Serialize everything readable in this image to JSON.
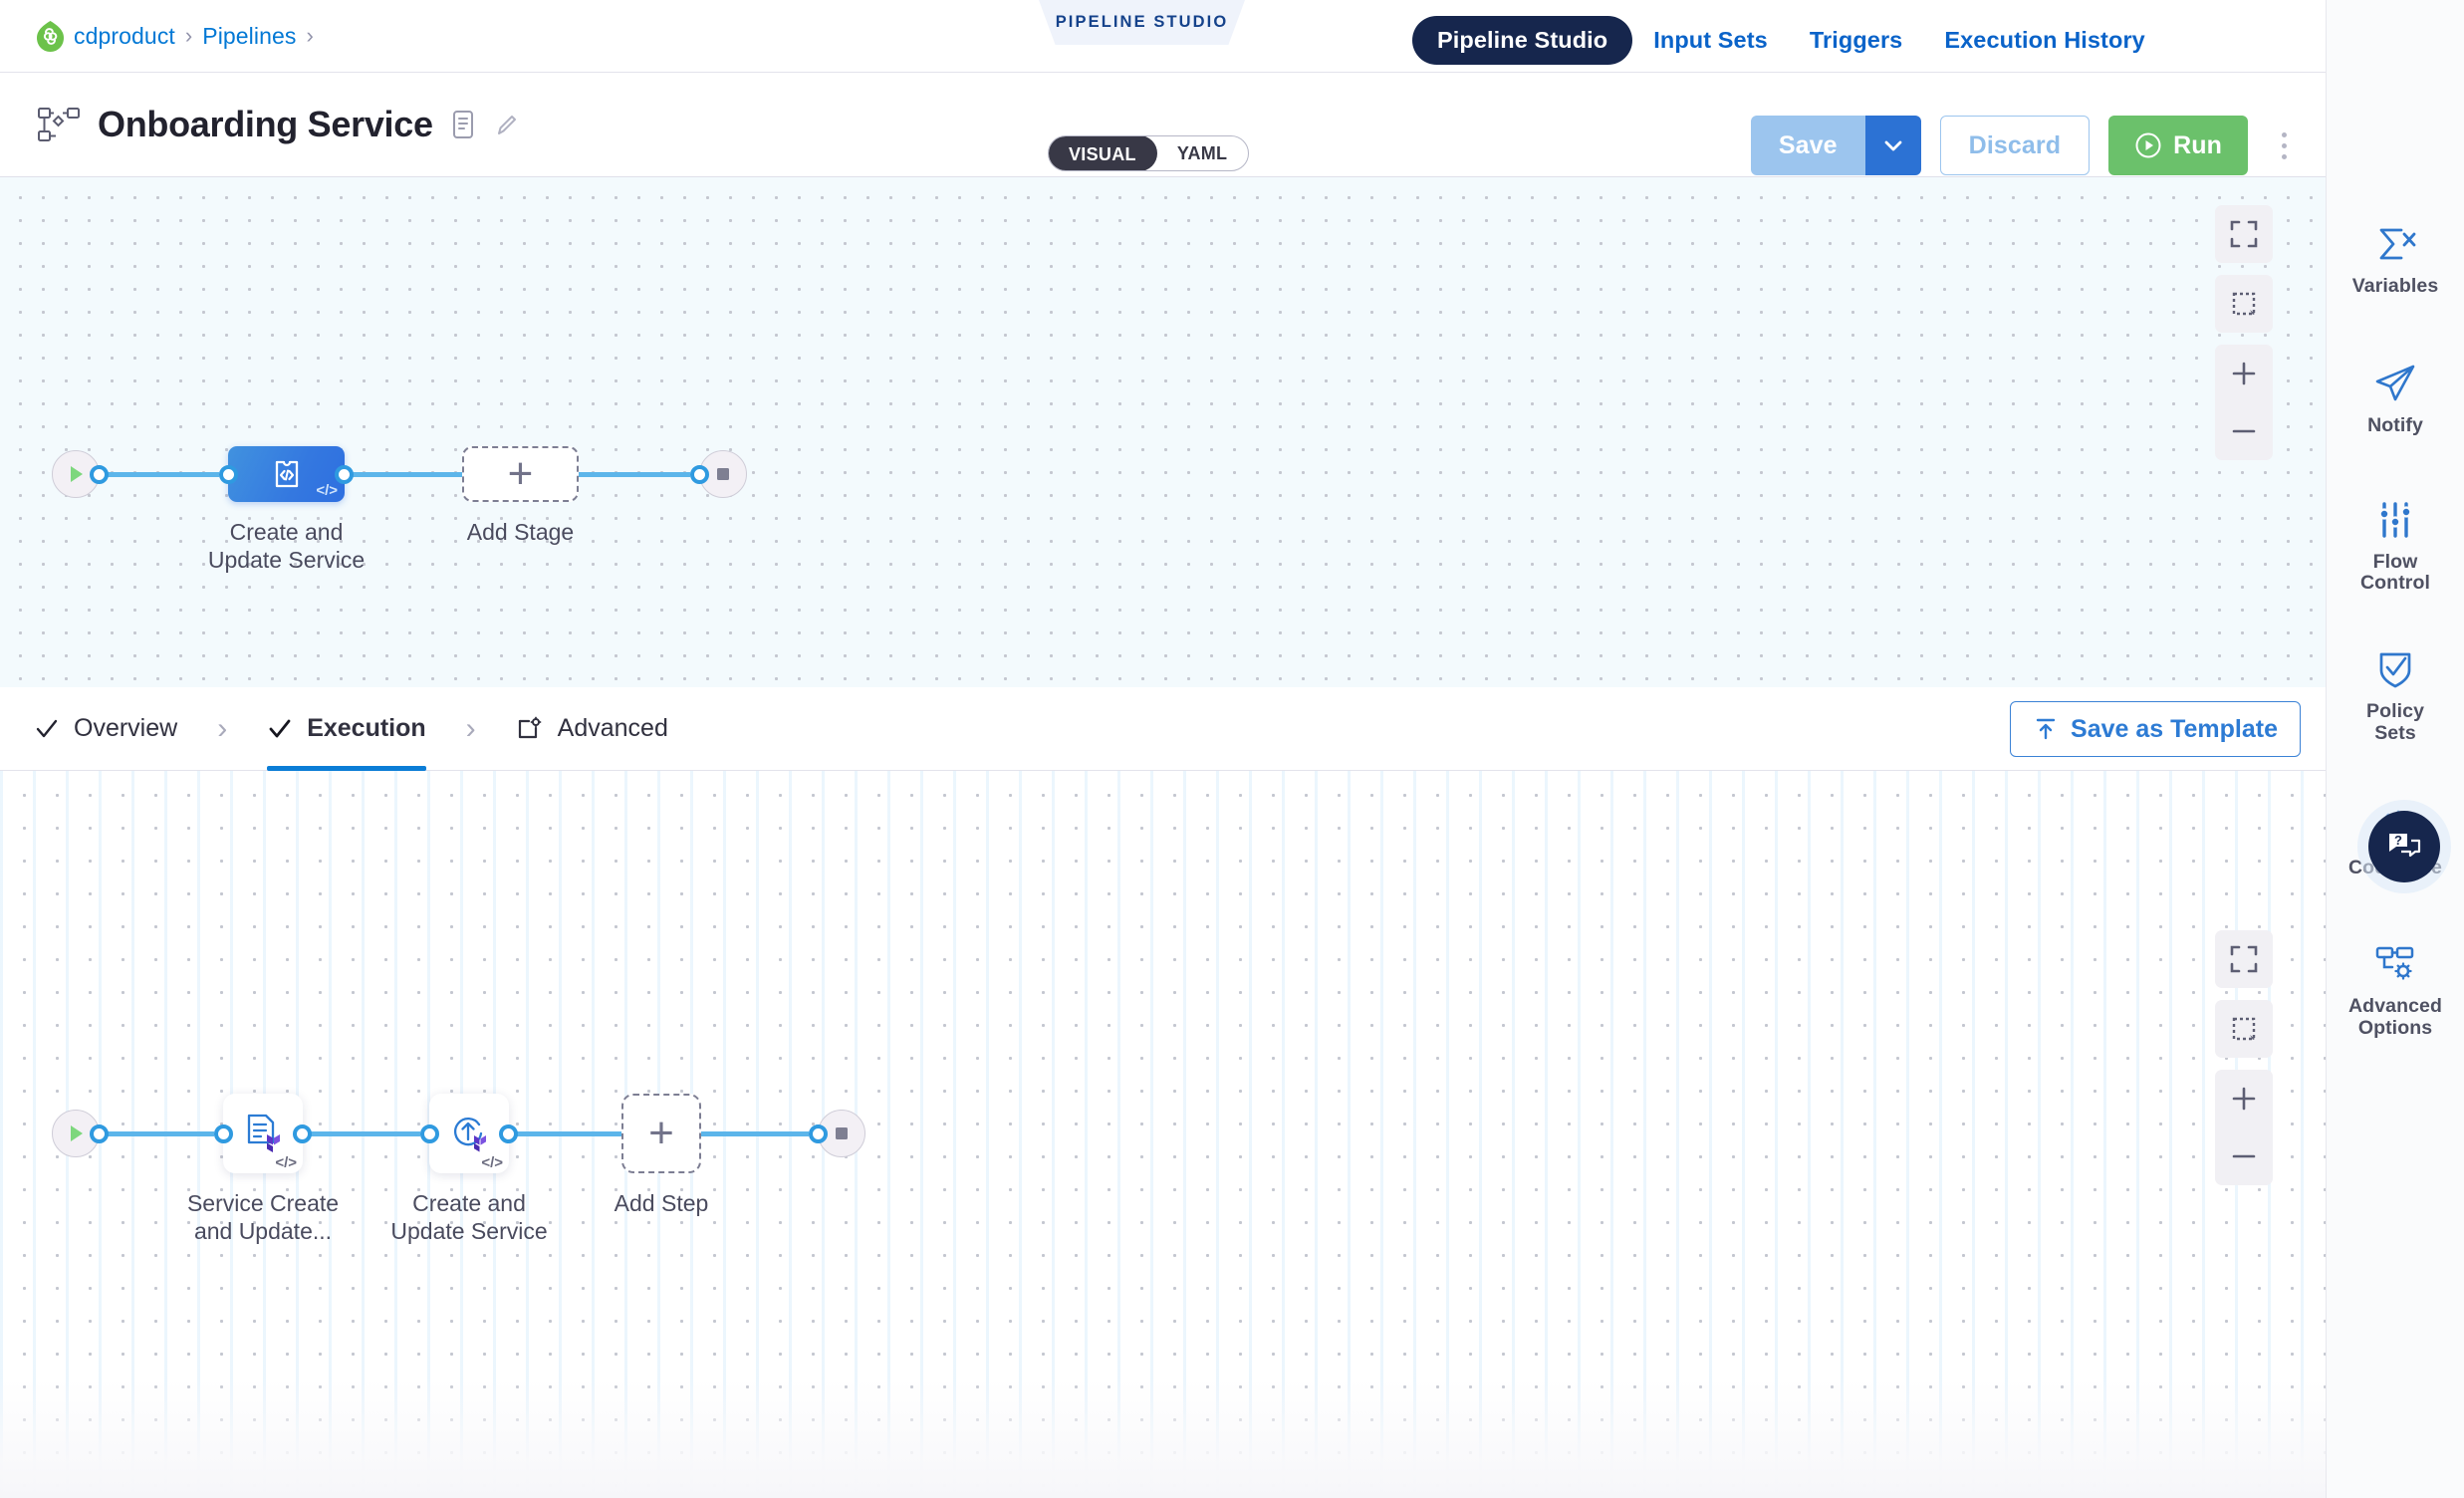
{
  "breadcrumb": {
    "logo_icon": "harness-leaf-logo",
    "items": [
      {
        "label": "cdproduct"
      },
      {
        "label": "Pipelines"
      }
    ],
    "separator": "›"
  },
  "studio_tag": {
    "label": "PIPELINE STUDIO"
  },
  "nav_tabs": [
    {
      "label": "Pipeline Studio",
      "active": true
    },
    {
      "label": "Input Sets",
      "active": false
    },
    {
      "label": "Triggers",
      "active": false
    },
    {
      "label": "Execution History",
      "active": false
    }
  ],
  "title_bar": {
    "pipeline_icon": "pipeline-graph-icon",
    "title": "Onboarding Service",
    "description_icon": "description-icon",
    "edit_icon": "pencil-edit-icon"
  },
  "view_toggle": {
    "options": [
      {
        "label": "VISUAL",
        "active": true
      },
      {
        "label": "YAML",
        "active": false
      }
    ]
  },
  "actions": {
    "save_label": "Save",
    "save_caret_icon": "chevron-down-icon",
    "discard_label": "Discard",
    "run_label": "Run",
    "run_icon": "play-circle-icon",
    "more_icon": "kebab-menu-icon"
  },
  "stage_canvas": {
    "start_icon": "play-icon",
    "end_icon": "stop-square-icon",
    "nodes": [
      {
        "type": "stage",
        "label": "Create and\nUpdate Service",
        "label_line1": "Create and",
        "label_line2": "Update Service",
        "icon": "deployment-code-icon",
        "template_badge": "</>",
        "selected": true
      },
      {
        "type": "add",
        "label": "Add Stage",
        "icon": "plus-icon"
      }
    ],
    "controls": [
      {
        "icon": "fit-screen-icon",
        "name": "fit-to-screen"
      },
      {
        "icon": "selection-box-icon",
        "name": "selection-tool"
      },
      {
        "icon": "plus-icon",
        "name": "zoom-in"
      },
      {
        "icon": "minus-icon",
        "name": "zoom-out"
      }
    ]
  },
  "step_tabs": [
    {
      "label": "Overview",
      "icon": "check-icon",
      "active": false
    },
    {
      "label": "Execution",
      "icon": "check-icon",
      "active": true
    },
    {
      "label": "Advanced",
      "icon": "advanced-settings-icon",
      "active": false
    }
  ],
  "save_as_template": {
    "label": "Save as Template",
    "icon": "upload-template-icon"
  },
  "step_canvas": {
    "start_icon": "play-icon",
    "end_icon": "stop-square-icon",
    "nodes": [
      {
        "type": "step",
        "label_line1": "Service Create",
        "label_line2": "and Update...",
        "icon": "terraform-plan-icon",
        "template_badge": "</>"
      },
      {
        "type": "step",
        "label_line1": "Create and",
        "label_line2": "Update Service",
        "icon": "terraform-apply-icon",
        "template_badge": "</>"
      },
      {
        "type": "add",
        "label": "Add Step",
        "icon": "plus-icon"
      }
    ],
    "controls": [
      {
        "icon": "fit-screen-icon",
        "name": "fit-to-screen"
      },
      {
        "icon": "selection-box-icon",
        "name": "selection-tool"
      },
      {
        "icon": "plus-icon",
        "name": "zoom-in"
      },
      {
        "icon": "minus-icon",
        "name": "zoom-out"
      }
    ]
  },
  "right_rail": {
    "items": [
      {
        "label": "Variables",
        "icon": "sigma-variables-icon",
        "badge": false
      },
      {
        "label": "Notify",
        "icon": "paper-plane-icon",
        "badge": false
      },
      {
        "label": "Flow\nControl",
        "line1": "Flow",
        "line2": "Control",
        "icon": "sliders-icon",
        "badge": false
      },
      {
        "label": "Policy\nSets",
        "line1": "Policy",
        "line2": "Sets",
        "icon": "shield-check-icon",
        "badge": false
      },
      {
        "label": "Codebase",
        "icon": "codebase-icon",
        "badge": true,
        "badge_color": "#f0904a"
      },
      {
        "label": "Advanced\nOptions",
        "line1": "Advanced",
        "line2": "Options",
        "icon": "advanced-options-icon",
        "badge": false
      }
    ],
    "help_button": {
      "icon": "help-chat-icon",
      "name": "help-chat-button"
    }
  },
  "colors": {
    "accent_blue": "#0278d5",
    "nav_active_bg": "#16264d",
    "stage_node": "#3478e0",
    "run_green": "#6bc16b",
    "save_disabled": "#9cc5ee",
    "link_line": "#5cb5ea",
    "warning_badge": "#f0904a"
  }
}
